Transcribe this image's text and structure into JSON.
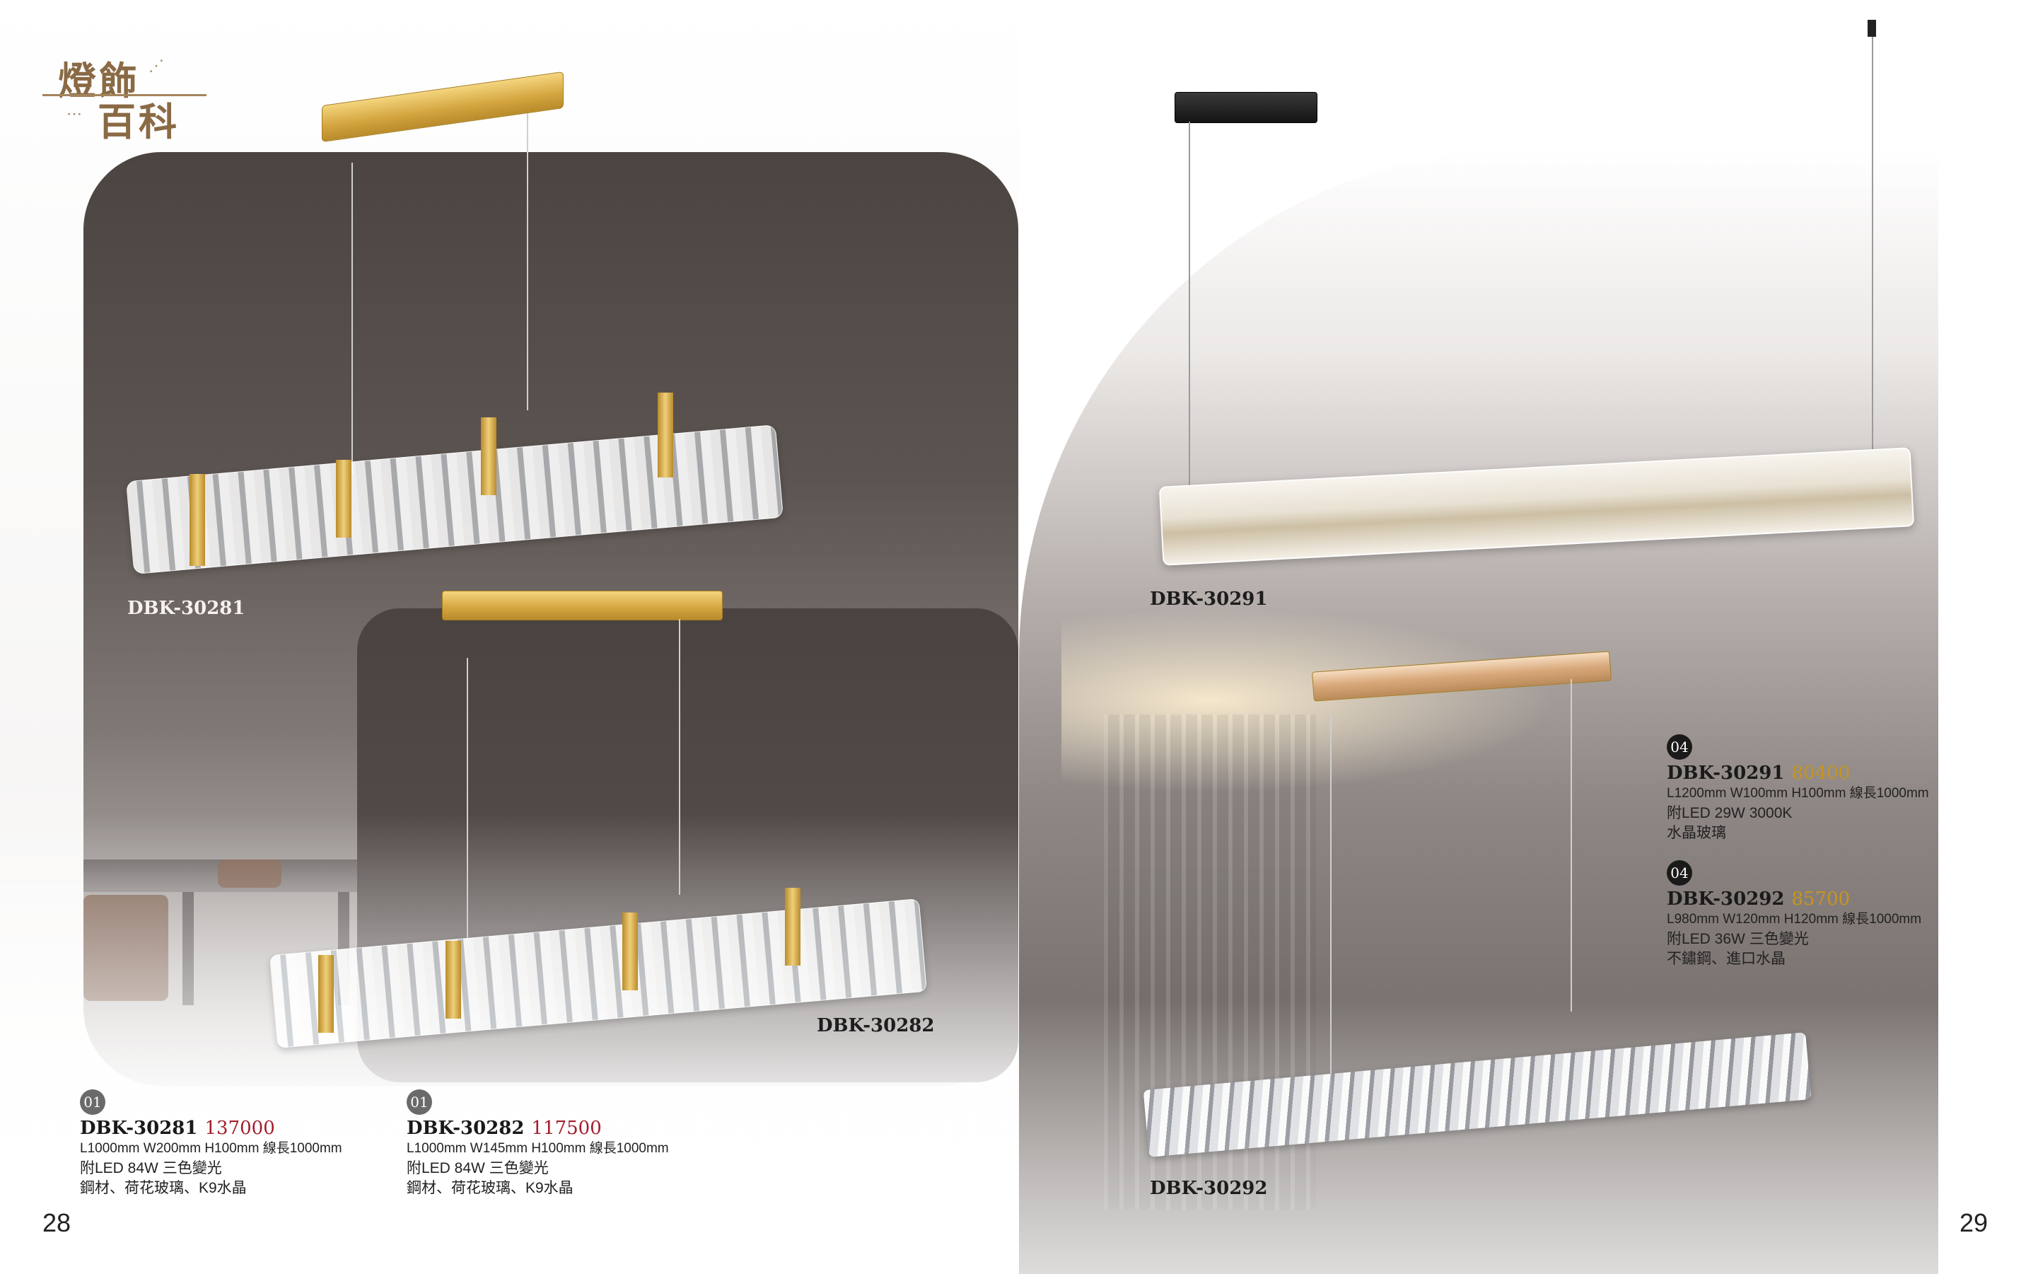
{
  "brand": {
    "line1": "燈飾",
    "line2": "百科"
  },
  "colors": {
    "price_red": "#a21e2c",
    "price_gold": "#c8941e",
    "gold": "#d3a43e"
  },
  "left_page": {
    "page_number": "28",
    "image_labels": {
      "a": "DBK-30281",
      "b": "DBK-30282"
    },
    "products": [
      {
        "badge": "01",
        "model": "DBK-30281",
        "price": "137000",
        "spec": "L1000mm W200mm H100mm 線長1000mm",
        "light": "附LED 84W 三色變光",
        "material": "鋼材、荷花玻璃、K9水晶"
      },
      {
        "badge": "01",
        "model": "DBK-30282",
        "price": "117500",
        "spec": "L1000mm W145mm H100mm 線長1000mm",
        "light": "附LED 84W 三色變光",
        "material": "鋼材、荷花玻璃、K9水晶"
      }
    ]
  },
  "right_page": {
    "page_number": "29",
    "image_labels": {
      "a": "DBK-30291",
      "b": "DBK-30292"
    },
    "products": [
      {
        "badge": "04",
        "model": "DBK-30291",
        "price": "80400",
        "spec": "L1200mm W100mm H100mm 線長1000mm",
        "light": "附LED 29W 3000K",
        "material": "水晶玻璃"
      },
      {
        "badge": "04",
        "model": "DBK-30292",
        "price": "85700",
        "spec": "L980mm W120mm H120mm 線長1000mm",
        "light": "附LED 36W 三色變光",
        "material": "不鏽鋼、進口水晶"
      }
    ]
  }
}
